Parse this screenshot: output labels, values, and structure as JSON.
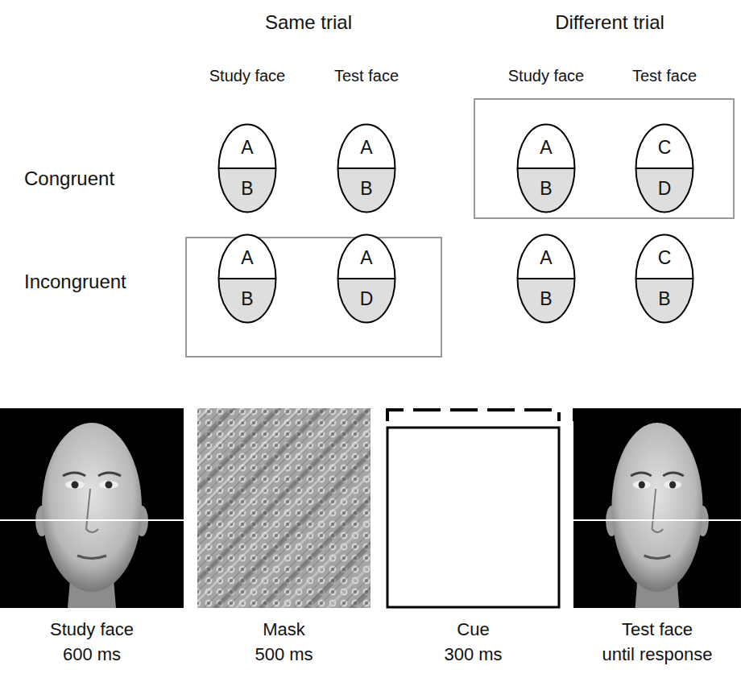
{
  "diagram": {
    "nodes": [
      {
        "text": [
          "A",
          "B"
        ]
      },
      {
        "text": [
          "A",
          "B"
        ]
      },
      {
        "text": [
          "A",
          "B"
        ]
      },
      {
        "text": [
          "C",
          "D"
        ]
      },
      {
        "text": [
          "A",
          "B"
        ]
      },
      {
        "text": [
          "A",
          "D"
        ]
      },
      {
        "text": [
          "A",
          "B"
        ]
      },
      {
        "text": [
          "C",
          "B"
        ]
      },
      {
        "text": [
          "Study face",
          "600 ms"
        ]
      },
      {
        "text": [
          "Mask",
          "500 ms"
        ]
      },
      {
        "text": [
          "Cue",
          "300 ms"
        ]
      },
      {
        "text": [
          "Test face",
          "until response"
        ]
      }
    ],
    "labels": [
      "Same trial",
      "Different trial",
      "Study face",
      "Test face",
      "Study face",
      "Test face",
      "Congruent",
      "Incongruent"
    ]
  }
}
